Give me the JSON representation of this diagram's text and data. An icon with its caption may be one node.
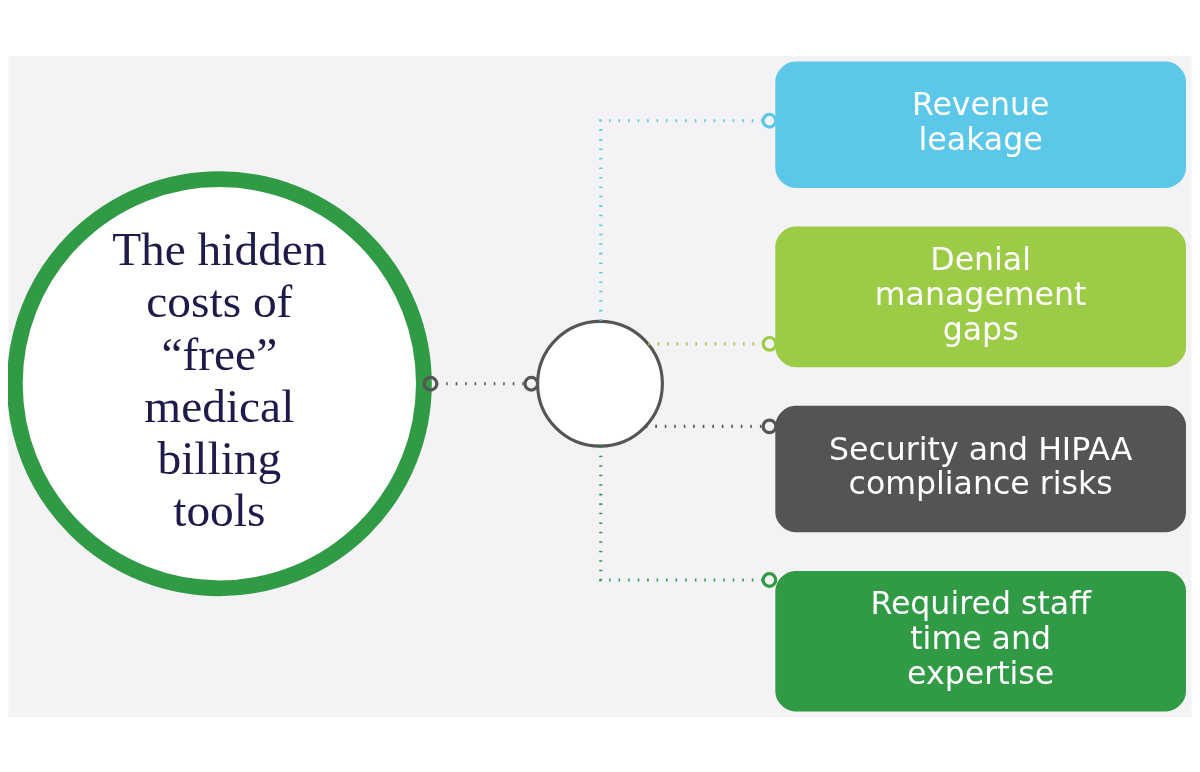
{
  "diagram": {
    "nodes": [
      {
        "text": [
          "The hidden costs of “free” medical billing tools"
        ]
      },
      {
        "text": [],
        "shape": "circle"
      },
      {
        "text": [
          "Revenue leakage"
        ]
      },
      {
        "text": [
          "Denial management gaps"
        ]
      },
      {
        "text": [
          "Security and HIPAA compliance risks"
        ]
      },
      {
        "text": [
          "Required staff time and expertise"
        ]
      }
    ],
    "edges": [
      {
        "from": 0,
        "to": 1,
        "arrow": "other"
      },
      {
        "from": 1,
        "to": 2,
        "arrow": "other",
        "color": "#5bc8ea"
      },
      {
        "from": 1,
        "to": 3,
        "arrow": "other",
        "color": "#9ccb45"
      },
      {
        "from": 1,
        "to": 4,
        "arrow": "other"
      },
      {
        "from": 1,
        "to": 5,
        "arrow": "other",
        "color": "#309a45"
      }
    ]
  }
}
